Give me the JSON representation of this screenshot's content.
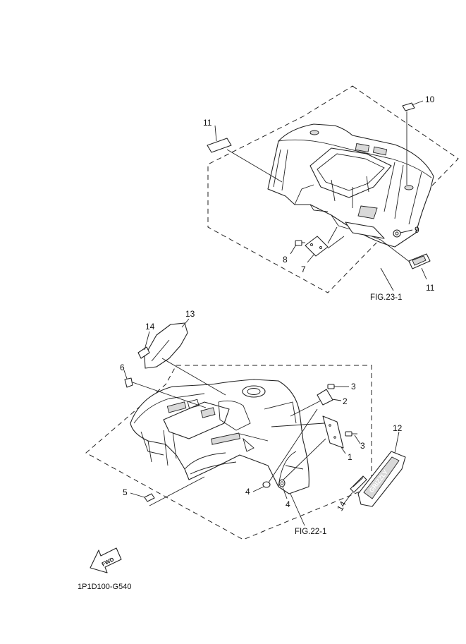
{
  "callouts": {
    "c1": "1",
    "c2": "2",
    "c3a": "3",
    "c3b": "3",
    "c4a": "4",
    "c4b": "4",
    "c5": "5",
    "c6": "6",
    "c7": "7",
    "c8": "8",
    "c9": "9",
    "c10": "10",
    "c11a": "11",
    "c11b": "11",
    "c12": "12",
    "c13": "13",
    "c14a": "14",
    "c14b": "14"
  },
  "figure_refs": {
    "rear": "FIG.23-1",
    "front": "FIG.22-1"
  },
  "fwd_arrow_text": "FWD",
  "emblem_text": "GRIZZLY",
  "diagram_code": "1P1D100-G540",
  "colors": {
    "line": "#222222",
    "shade": "#d9d9d9",
    "background": "#ffffff"
  }
}
